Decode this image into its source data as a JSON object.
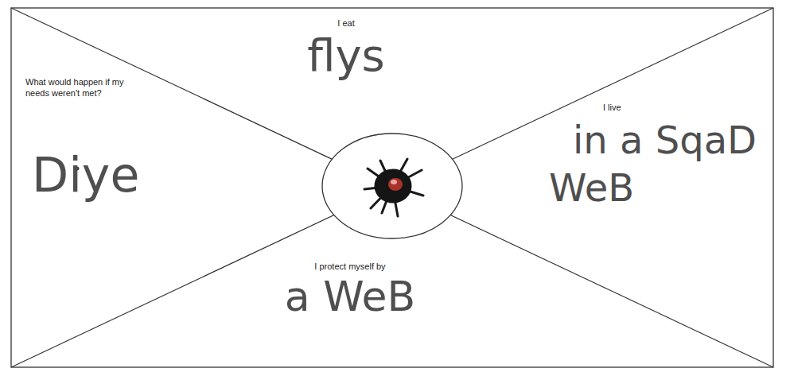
{
  "diagram": {
    "nodes": [
      {
        "text": [
          "I eat",
          "flys"
        ]
      },
      {
        "text": [
          "What would happen if my needs weren't met?",
          "Diye"
        ]
      },
      {
        "text": [
          "I live",
          "in a SqaD WeB"
        ]
      },
      {
        "text": [
          "I protect myself by",
          "a WeB"
        ]
      }
    ]
  }
}
